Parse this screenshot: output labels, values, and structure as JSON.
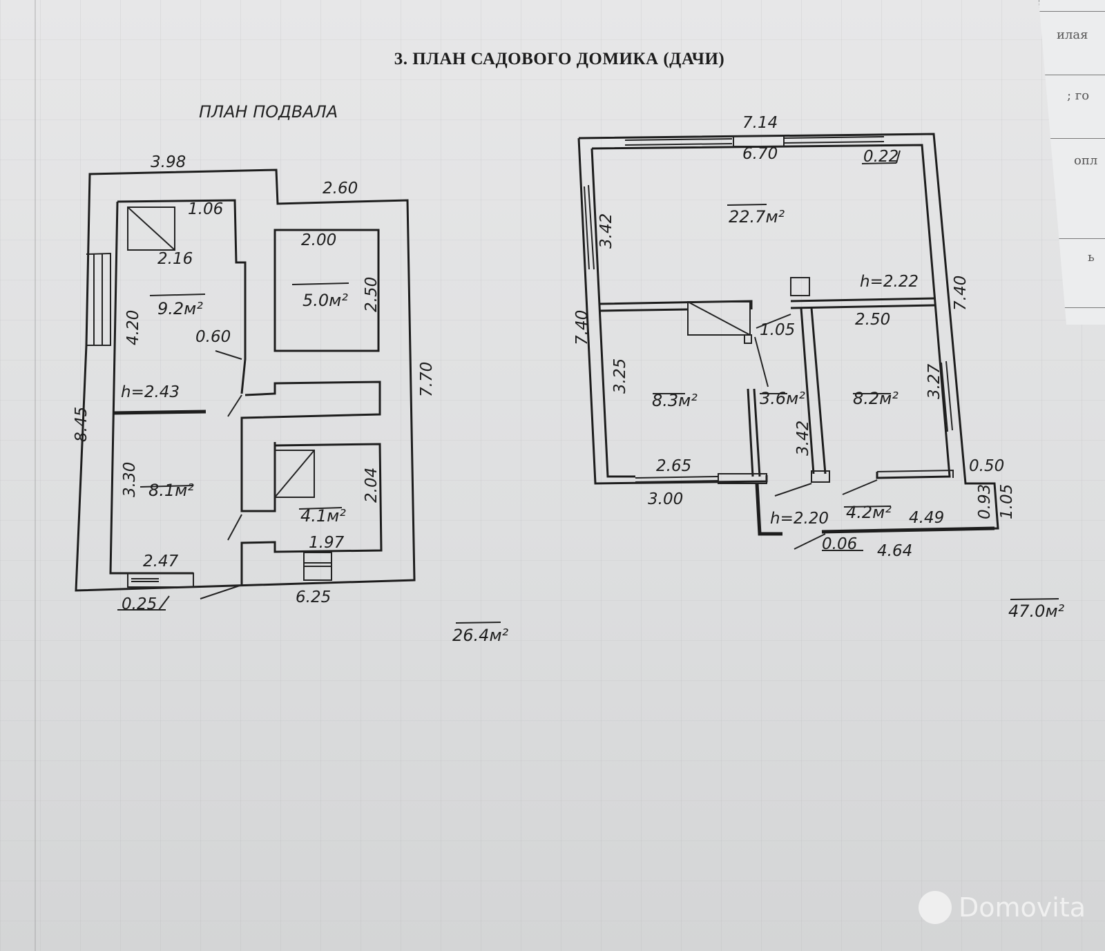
{
  "document": {
    "title": "3. ПЛАН САДОВОГО ДОМИКА (ДАЧИ)",
    "basement_plan_title": "ПЛАН ПОДВАЛА",
    "side_page_fragments": [
      "илая",
      "; го",
      "опл",
      "ь"
    ],
    "watermark": "Domovita"
  },
  "basement": {
    "total_area": "26.4м²",
    "ceiling_height": "h=2.43",
    "dimensions": {
      "top_left_width": "3.98",
      "top_right_width": "2.60",
      "left_height": "8.45",
      "right_height": "7.70",
      "bottom_width": "6.25",
      "stair_width": "1.06",
      "stair_depth": "2.16",
      "room1_height": "4.20",
      "passage_width": "0.60",
      "room3_height": "3.30",
      "room3_width": "2.47",
      "wall_thickness": "0.25",
      "room2_width": "2.00",
      "room2_height": "2.50",
      "room4_height": "2.04",
      "room4_width": "1.97"
    },
    "rooms": [
      {
        "id": "room1",
        "area": "9.2м²"
      },
      {
        "id": "room2",
        "area": "5.0м²"
      },
      {
        "id": "room3",
        "area": "8.1м²"
      },
      {
        "id": "room4",
        "area": "4.1м²"
      }
    ]
  },
  "ground_floor": {
    "total_area": "47.0м²",
    "ceiling_height_main": "h=2.22",
    "ceiling_height_porch": "h=2.20",
    "dimensions": {
      "outer_width": "7.14",
      "inner_width": "6.70",
      "wall_thickness": "0.22",
      "left_window_height": "3.42",
      "outer_height_left": "7.40",
      "outer_height_right": "7.40",
      "hall_width": "1.05",
      "room_right_width": "2.50",
      "room_left_height": "3.25",
      "corridor_height": "3.42",
      "room_right_height": "3.27",
      "room_left_inner_width": "2.65",
      "room_left_outer_width": "3.00",
      "porch_offset": "0.50",
      "porch_depth_inner": "0.93",
      "porch_depth_outer": "1.05",
      "porch_inner_width": "4.49",
      "porch_outer_width": "4.64",
      "porch_wall": "0.06"
    },
    "rooms": [
      {
        "id": "main_room",
        "area": "22.7м²"
      },
      {
        "id": "room_left",
        "area": "8.3м²"
      },
      {
        "id": "hall",
        "area": "3.6м²"
      },
      {
        "id": "room_right",
        "area": "8.2м²"
      },
      {
        "id": "porch",
        "area": "4.2м²"
      }
    ]
  }
}
